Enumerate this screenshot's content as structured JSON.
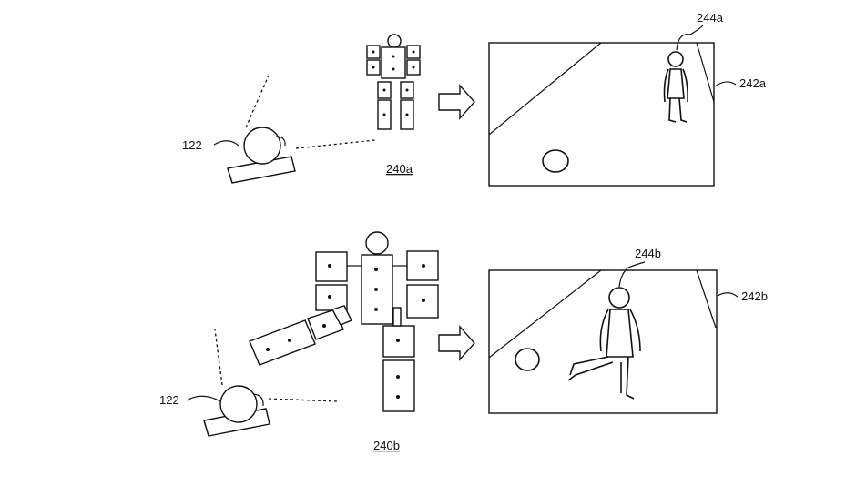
{
  "labels": {
    "camera_top": "122",
    "camera_bottom": "122",
    "robot_top": "240a",
    "robot_bottom": "240b",
    "screen_top": "242a",
    "screen_bottom": "242b",
    "character_top": "244a",
    "character_bottom": "244b"
  }
}
